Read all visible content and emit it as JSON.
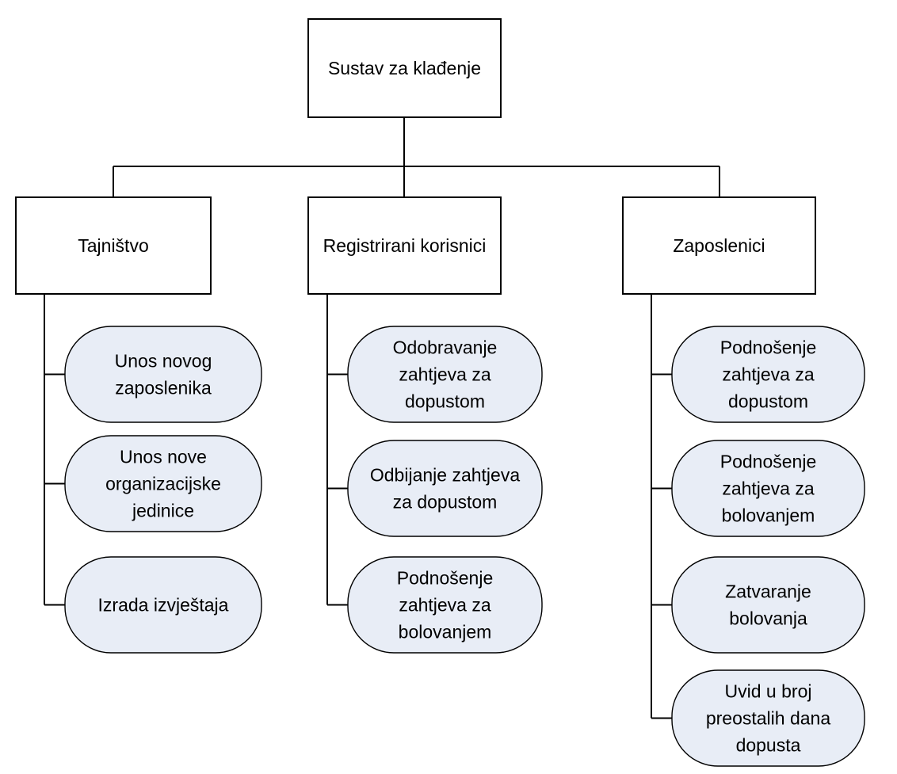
{
  "colors": {
    "line": "#000000",
    "box_fill": "#ffffff",
    "leaf_fill": "#e8edf6"
  },
  "root": {
    "label": "Sustav za klađenje"
  },
  "branches": [
    {
      "id": "tajnistvo",
      "label": "Tajništvo",
      "items": [
        {
          "lines": [
            "Unos novog",
            "zaposlenika"
          ]
        },
        {
          "lines": [
            "Unos nove",
            "organizacijske",
            "jedinice"
          ]
        },
        {
          "lines": [
            "Izrada izvještaja"
          ]
        }
      ]
    },
    {
      "id": "registrirani-korisnici",
      "label": "Registrirani korisnici",
      "items": [
        {
          "lines": [
            "Odobravanje",
            "zahtjeva za",
            "dopustom"
          ]
        },
        {
          "lines": [
            "Odbijanje zahtjeva",
            "za dopustom"
          ]
        },
        {
          "lines": [
            "Podnošenje",
            "zahtjeva za",
            "bolovanjem"
          ]
        }
      ]
    },
    {
      "id": "zaposlenici",
      "label": "Zaposlenici",
      "items": [
        {
          "lines": [
            "Podnošenje",
            "zahtjeva za",
            "dopustom"
          ]
        },
        {
          "lines": [
            "Podnošenje",
            "zahtjeva za",
            "bolovanjem"
          ]
        },
        {
          "lines": [
            "Zatvaranje",
            "bolovanja"
          ]
        },
        {
          "lines": [
            "Uvid u broj",
            "preostalih dana",
            "dopusta"
          ]
        }
      ]
    }
  ]
}
